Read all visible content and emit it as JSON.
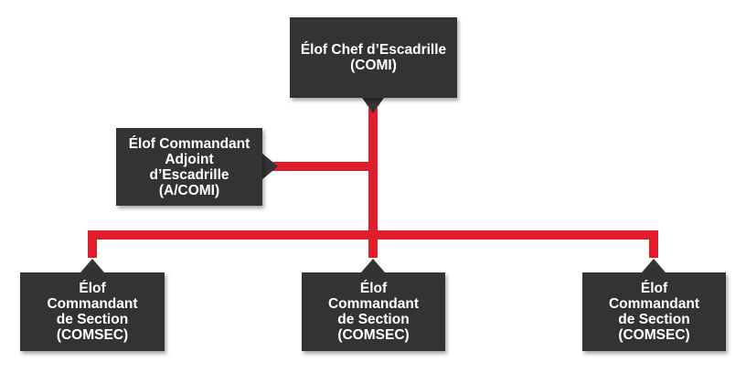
{
  "org_chart": {
    "line_color": "#e01e2b",
    "box_color": "#333333",
    "text_color": "#ffffff",
    "chief": {
      "lines": [
        "Élof Chef d’Escadrille",
        "(COMI)"
      ]
    },
    "deputy": {
      "lines": [
        "Élof Commandant",
        "Adjoint",
        "d’Escadrille",
        "(A/COMI)"
      ]
    },
    "sections": [
      {
        "lines": [
          "Élof",
          "Commandant",
          "de Section",
          "(COMSEC)"
        ]
      },
      {
        "lines": [
          "Élof",
          "Commandant",
          "de Section",
          "(COMSEC)"
        ]
      },
      {
        "lines": [
          "Élof",
          "Commandant",
          "de Section",
          "(COMSEC)"
        ]
      }
    ]
  }
}
